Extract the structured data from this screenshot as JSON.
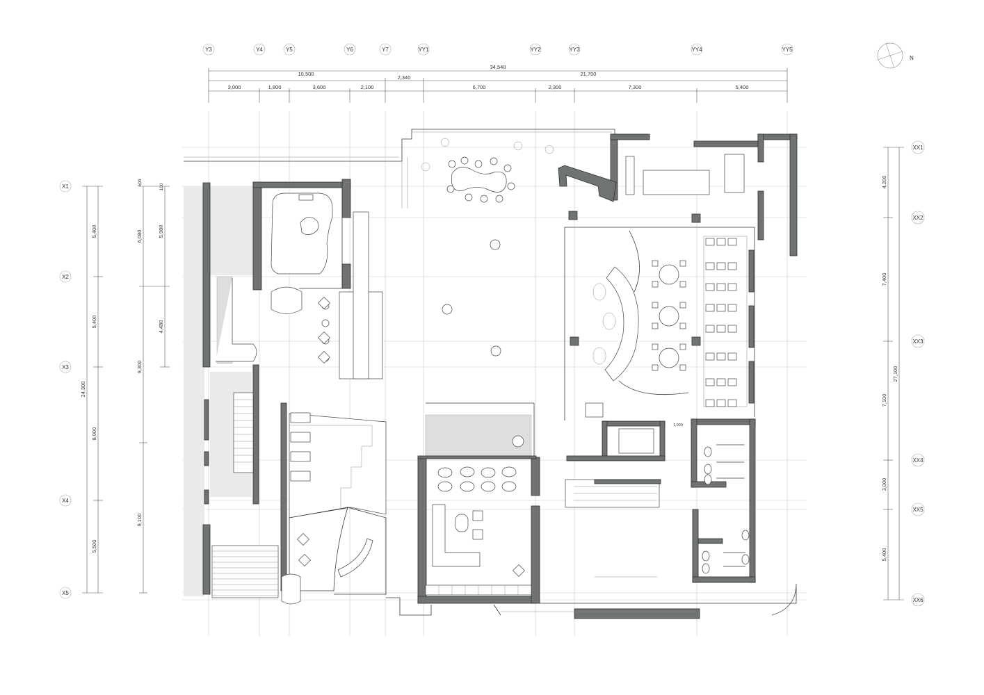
{
  "plan": {
    "north_label": "N",
    "top_axes": [
      "Y3",
      "Y4",
      "Y5",
      "Y6",
      "Y7",
      "YY1",
      "YY2",
      "YY3",
      "YY4",
      "YY5"
    ],
    "top_dims_total": "34,540",
    "top_dims_groups": [
      "10,500",
      "2,340",
      "21,700"
    ],
    "top_dims_bays": [
      "3,000",
      "1,800",
      "3,600",
      "2,100",
      "6,700",
      "2,300",
      "7,300",
      "5,400"
    ],
    "left_axes": [
      "X1",
      "X2",
      "X3",
      "X4",
      "X5"
    ],
    "left_dims_total": "24,300",
    "left_dims_bays": [
      "5,400",
      "5,400",
      "8,000",
      "5,500"
    ],
    "left_dims_mid": [
      "6,080",
      "9,300",
      "9,100"
    ],
    "left_dims_inner": [
      "5,980",
      "4,480"
    ],
    "left_dims_small": [
      "500",
      "100"
    ],
    "right_axes": [
      "XX1",
      "XX2",
      "XX3",
      "XX4",
      "XX5",
      "XX6"
    ],
    "right_dims_total": "27,100",
    "right_dims_bays": [
      "4,200",
      "7,400",
      "7,100",
      "3,000",
      "5,400"
    ],
    "small_note": "1,000"
  },
  "colors": {
    "wall": "#6f7472",
    "line": "#3a3a3a",
    "grid": "#c9c9c9",
    "shade": "#e9ebea"
  }
}
